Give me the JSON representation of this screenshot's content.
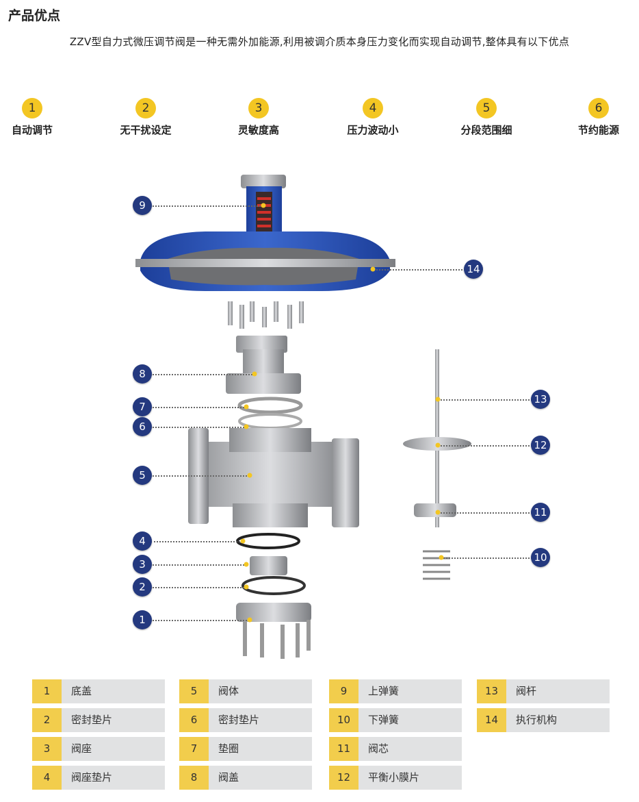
{
  "header": {
    "title": "产品优点",
    "intro": "ZZV型自力式微压调节阀是一种无需外加能源,利用被调介质本身压力变化而实现自动调节,整体具有以下优点"
  },
  "features": [
    {
      "num": "1",
      "label": "自动调节"
    },
    {
      "num": "2",
      "label": "无干扰设定"
    },
    {
      "num": "3",
      "label": "灵敏度高"
    },
    {
      "num": "4",
      "label": "压力波动小"
    },
    {
      "num": "5",
      "label": "分段范围细"
    },
    {
      "num": "6",
      "label": "节约能源"
    }
  ],
  "callouts": [
    "1",
    "2",
    "3",
    "4",
    "5",
    "6",
    "7",
    "8",
    "9",
    "10",
    "11",
    "12",
    "13",
    "14"
  ],
  "parts": [
    {
      "num": "1",
      "name": "底盖"
    },
    {
      "num": "2",
      "name": "密封垫片"
    },
    {
      "num": "3",
      "name": "阀座"
    },
    {
      "num": "4",
      "name": "阀座垫片"
    },
    {
      "num": "5",
      "name": "阀体"
    },
    {
      "num": "6",
      "name": "密封垫片"
    },
    {
      "num": "7",
      "name": "垫圈"
    },
    {
      "num": "8",
      "name": "阀盖"
    },
    {
      "num": "9",
      "name": "上弹簧"
    },
    {
      "num": "10",
      "name": "下弹簧"
    },
    {
      "num": "11",
      "name": "阀芯"
    },
    {
      "num": "12",
      "name": "平衡小膜片"
    },
    {
      "num": "13",
      "name": "阀杆"
    },
    {
      "num": "14",
      "name": "执行机构"
    }
  ],
  "colors": {
    "accent": "#f3c623",
    "callout": "#24397f",
    "actuator": "#2f56b8"
  }
}
